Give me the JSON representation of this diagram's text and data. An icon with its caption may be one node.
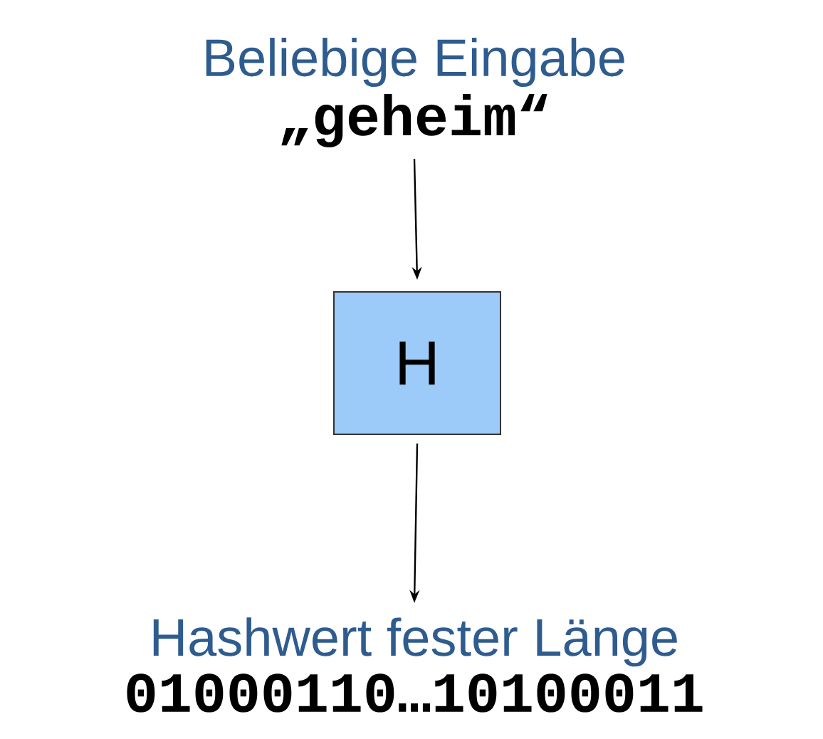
{
  "diagram": {
    "nodes": [
      {
        "text": [
          "Beliebige Eingabe",
          "„geheim“"
        ]
      },
      {
        "text": [
          "H"
        ]
      },
      {
        "text": [
          "Hashwert fester Länge",
          "01000110…10100011"
        ]
      }
    ],
    "edges": [
      {
        "from": 0,
        "to": 1,
        "arrow": "to"
      },
      {
        "from": 1,
        "to": 2,
        "arrow": "to"
      }
    ]
  }
}
